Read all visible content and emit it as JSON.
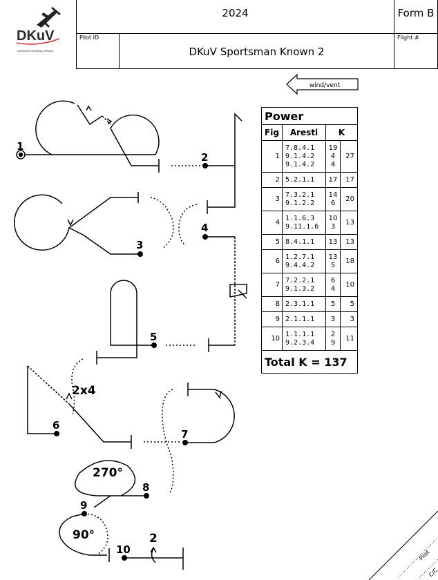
{
  "header": {
    "year": "2024",
    "form": "Form B",
    "pilot_id_label": "Pilot ID",
    "sequence_name": "DKuV Sportsman Known 2",
    "flight_label": "Flight #",
    "logo_text": "DKuV",
    "logo_subtext": "Deutscher Kunstflug-Verband"
  },
  "wind": {
    "label": "wind/vent"
  },
  "figure_numbers": [
    "1",
    "2",
    "3",
    "4",
    "5",
    "6",
    "7",
    "8",
    "9",
    "10"
  ],
  "annotations": {
    "roll_2x4": "2x4",
    "turn_270": "270°",
    "turn_90": "90°",
    "roll_2": "2"
  },
  "ktable": {
    "title": "Power",
    "headers": {
      "fig": "Fig",
      "aresti": "Aresti",
      "k": "K"
    },
    "rows": [
      {
        "fig": "1",
        "aresti": [
          "7.8.4.1",
          "9.1.4.2",
          "9.1.4.2"
        ],
        "k": [
          "19",
          "4",
          "4"
        ],
        "total": "27"
      },
      {
        "fig": "2",
        "aresti": [
          "5.2.1.1"
        ],
        "k": [
          "17"
        ],
        "total": "17"
      },
      {
        "fig": "3",
        "aresti": [
          "7.3.2.1",
          "9.1.2.2"
        ],
        "k": [
          "14",
          "6"
        ],
        "total": "20"
      },
      {
        "fig": "4",
        "aresti": [
          "1.1.6.3",
          "9.11.1.6"
        ],
        "k": [
          "10",
          "3"
        ],
        "total": "13"
      },
      {
        "fig": "5",
        "aresti": [
          "8.4.1.1"
        ],
        "k": [
          "13"
        ],
        "total": "13"
      },
      {
        "fig": "6",
        "aresti": [
          "1.2.7.1",
          "9.4.4.2"
        ],
        "k": [
          "13",
          "5"
        ],
        "total": "18"
      },
      {
        "fig": "7",
        "aresti": [
          "7.2.2.1",
          "9.1.3.2"
        ],
        "k": [
          "6",
          "4"
        ],
        "total": "10"
      },
      {
        "fig": "8",
        "aresti": [
          "2.3.1.1"
        ],
        "k": [
          "5"
        ],
        "total": "5"
      },
      {
        "fig": "9",
        "aresti": [
          "2.1.1.1"
        ],
        "k": [
          "3"
        ],
        "total": "3"
      },
      {
        "fig": "10",
        "aresti": [
          "1.1.1.1",
          "9.2.3.4"
        ],
        "k": [
          "2",
          "9"
        ],
        "total": "11"
      }
    ],
    "total": "Total K = 137"
  },
  "corner": {
    "pilot": "Pilot",
    "cic": "C/C"
  }
}
